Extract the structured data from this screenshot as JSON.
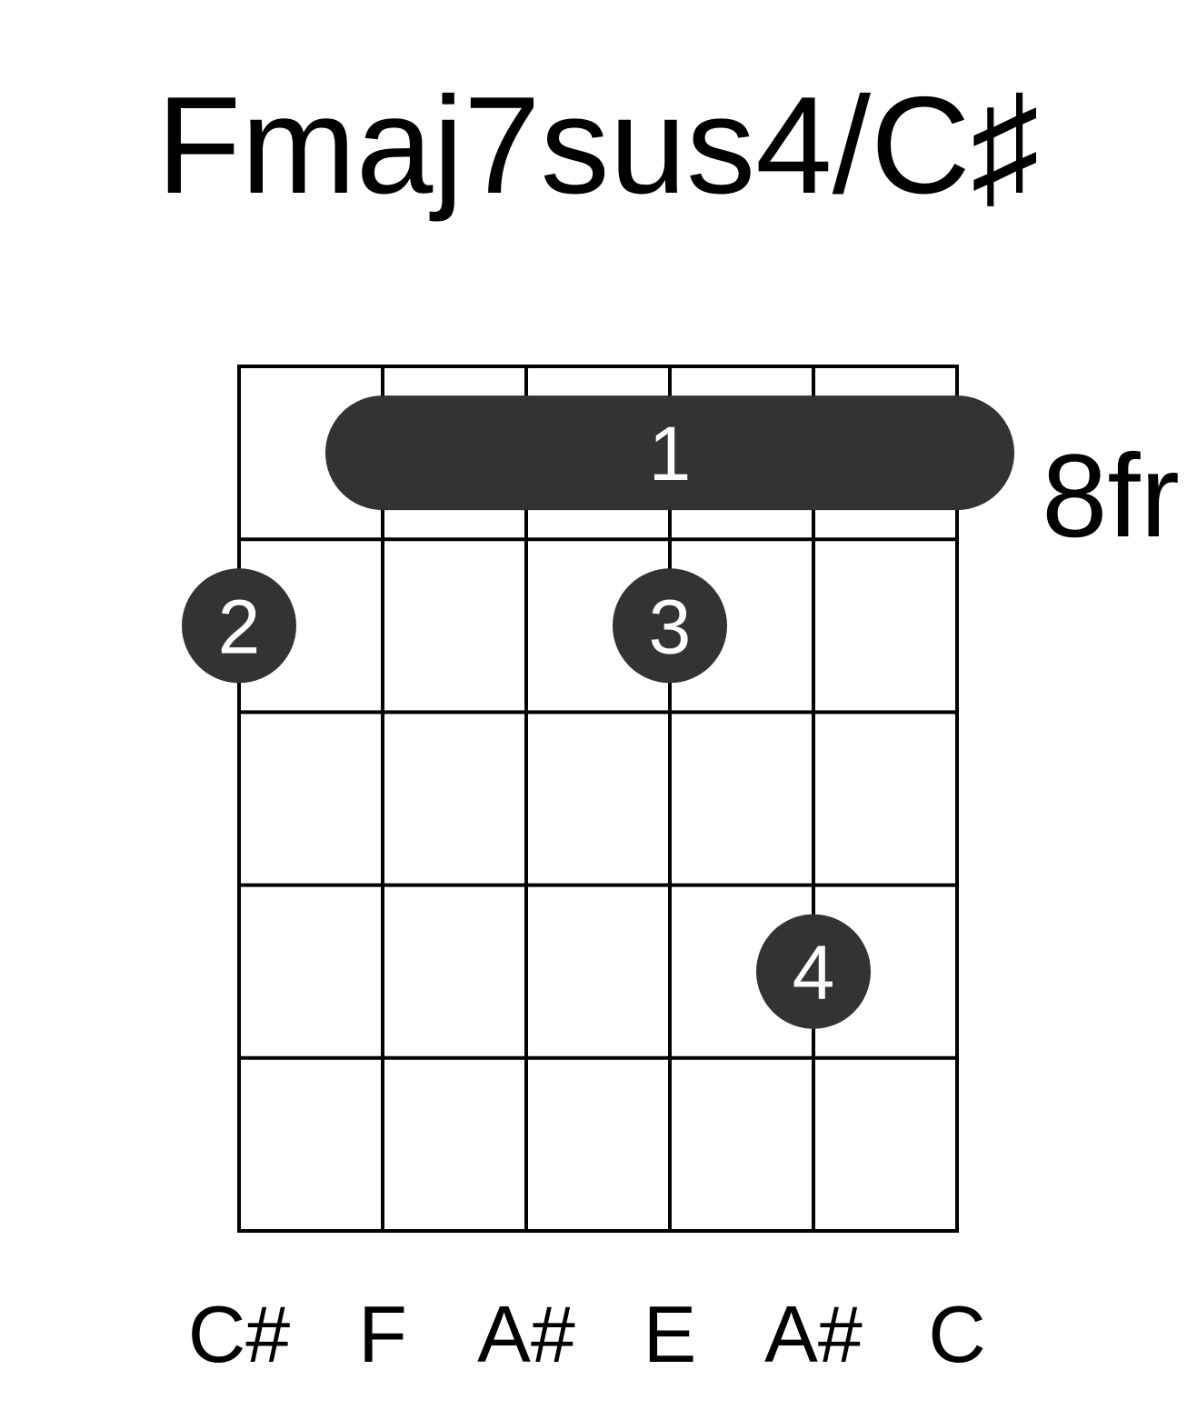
{
  "title": "Fmaj7sus4/C♯",
  "position_label": "8fr",
  "diagram": {
    "strings": 6,
    "frets": 5,
    "dot_color": "#333333",
    "line_color": "#000000",
    "barre": {
      "fret": 1,
      "from_string": 2,
      "to_string": 6,
      "finger": "1"
    },
    "dots": [
      {
        "string": 1,
        "fret": 2,
        "finger": "2"
      },
      {
        "string": 4,
        "fret": 2,
        "finger": "3"
      },
      {
        "string": 5,
        "fret": 4,
        "finger": "4"
      }
    ],
    "string_notes": [
      "C#",
      "F",
      "A#",
      "E",
      "A#",
      "C"
    ]
  }
}
